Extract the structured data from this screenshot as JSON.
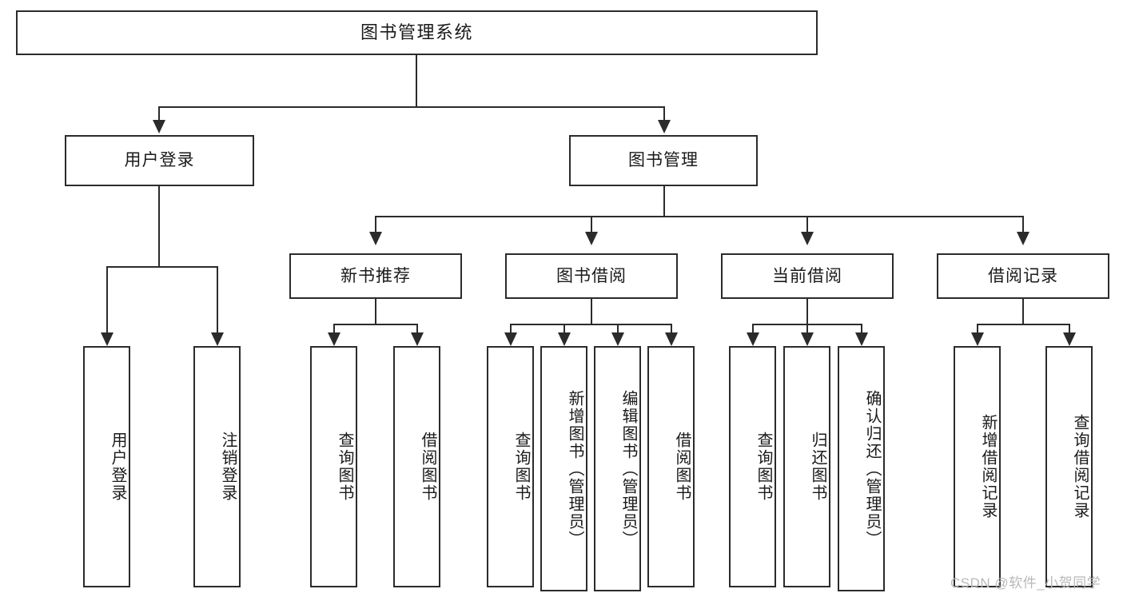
{
  "diagram": {
    "type": "hierarchy-tree",
    "title_node": {
      "label": "图书管理系统"
    },
    "level2": [
      {
        "id": "user-login",
        "label": "用户登录"
      },
      {
        "id": "book-management",
        "label": "图书管理"
      }
    ],
    "level3": [
      {
        "id": "new-book-recommend",
        "label": "新书推荐"
      },
      {
        "id": "book-borrow",
        "label": "图书借阅"
      },
      {
        "id": "current-borrow",
        "label": "当前借阅"
      },
      {
        "id": "borrow-record",
        "label": "借阅记录"
      }
    ],
    "leaves": {
      "user_login": [
        {
          "id": "leaf-user-login",
          "label": "用户登录"
        },
        {
          "id": "leaf-logout-login",
          "label": "注销登录"
        }
      ],
      "new_book_recommend": [
        {
          "id": "leaf-query-book-1",
          "label": "查询图书"
        },
        {
          "id": "leaf-borrow-book-1",
          "label": "借阅图书"
        }
      ],
      "book_borrow": [
        {
          "id": "leaf-query-book-2",
          "label": "查询图书"
        },
        {
          "id": "leaf-add-book",
          "label": "新增图书（管理员）"
        },
        {
          "id": "leaf-edit-book",
          "label": "编辑图书（管理员）"
        },
        {
          "id": "leaf-borrow-book-2",
          "label": "借阅图书"
        }
      ],
      "current_borrow": [
        {
          "id": "leaf-query-book-3",
          "label": "查询图书"
        },
        {
          "id": "leaf-return-book",
          "label": "归还图书"
        },
        {
          "id": "leaf-confirm-return",
          "label": "确认归还（管理员）"
        }
      ],
      "borrow_record": [
        {
          "id": "leaf-add-record",
          "label": "新增借阅记录"
        },
        {
          "id": "leaf-query-record",
          "label": "查询借阅记录"
        }
      ]
    },
    "colors": {
      "stroke": "#2b2b2b",
      "fill": "#ffffff",
      "text": "#1a1a1a",
      "watermark": "#b9b9b9"
    }
  },
  "watermark": {
    "text": "CSDN @软件_小贺同学"
  }
}
